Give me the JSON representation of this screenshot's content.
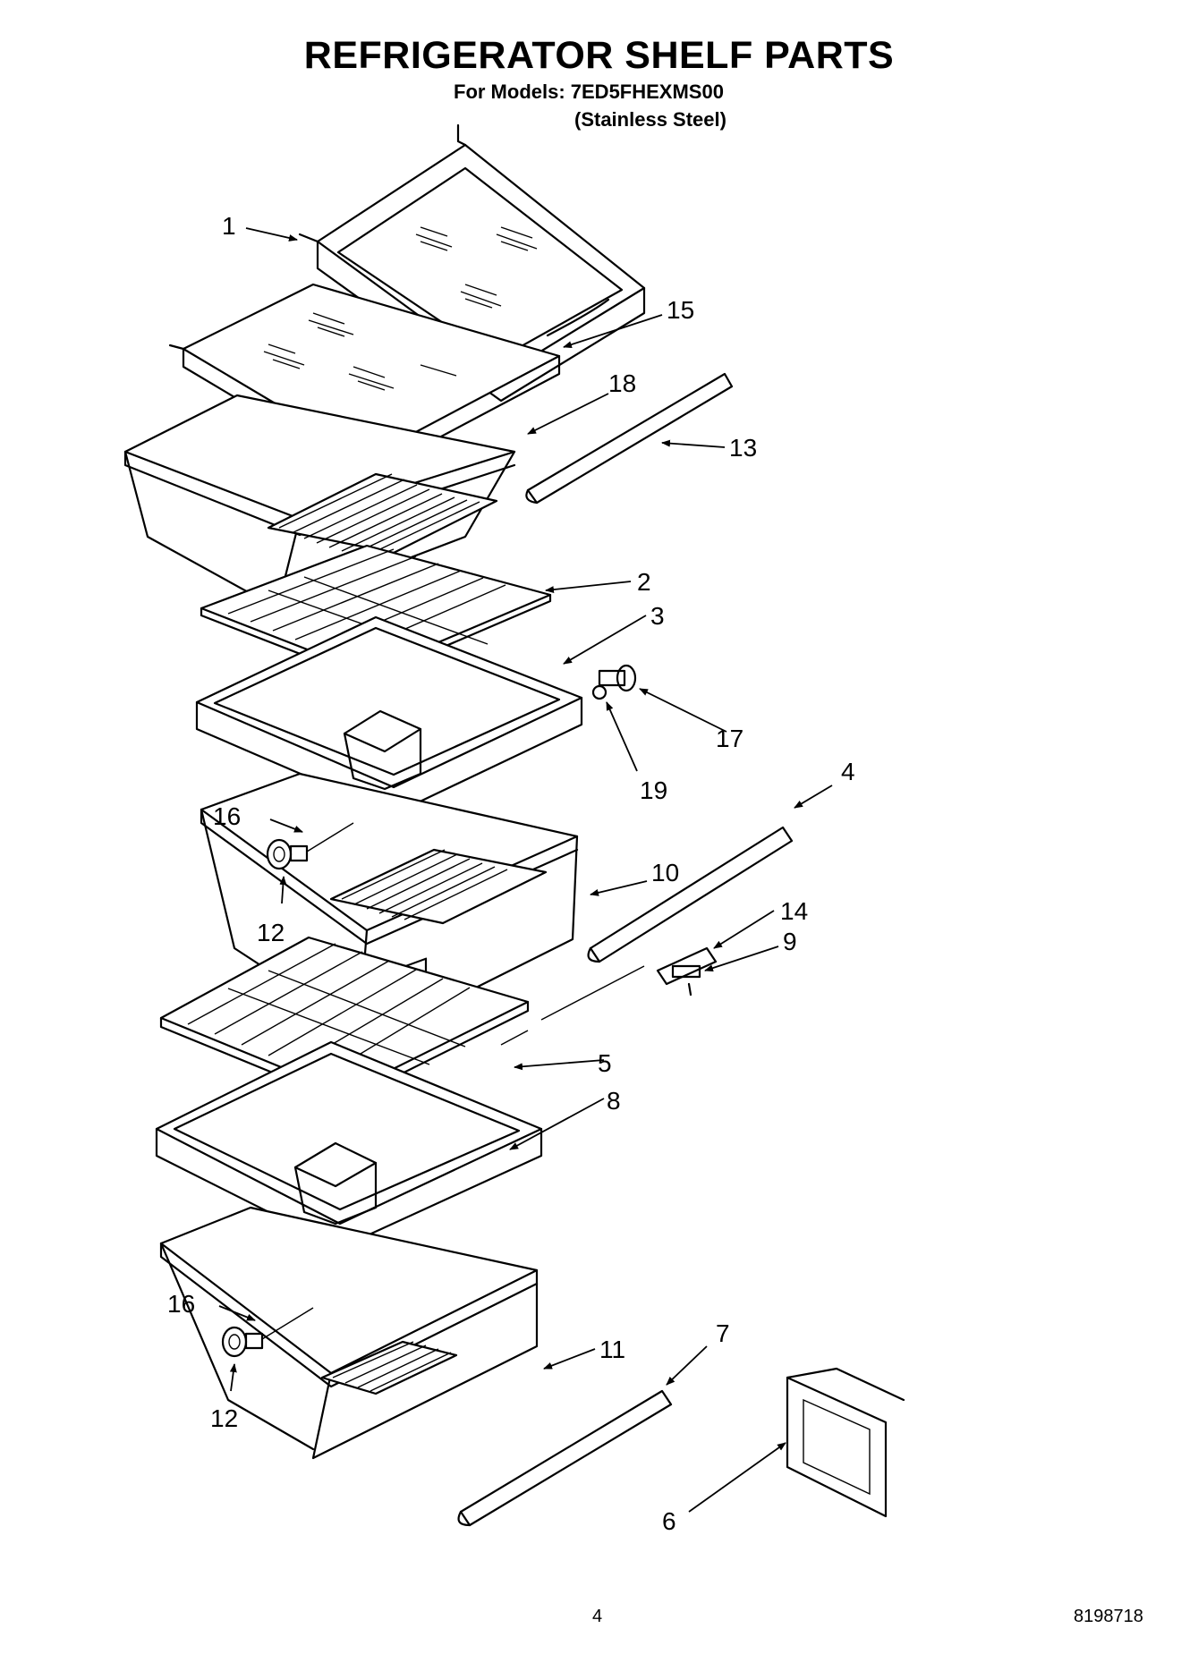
{
  "header": {
    "title": "REFRIGERATOR SHELF PARTS",
    "models_line": "For Models: 7ED5FHEXMS00",
    "variant": "(Stainless Steel)"
  },
  "callouts": {
    "c1": "1",
    "c2": "2",
    "c3": "3",
    "c4": "4",
    "c5": "5",
    "c6": "6",
    "c7": "7",
    "c8": "8",
    "c9": "9",
    "c10": "10",
    "c11": "11",
    "c12a": "12",
    "c12b": "12",
    "c13": "13",
    "c14": "14",
    "c15": "15",
    "c16a": "16",
    "c16b": "16",
    "c17": "17",
    "c18": "18",
    "c19": "19"
  },
  "footer": {
    "page_number": "4",
    "doc_number": "8198718"
  }
}
